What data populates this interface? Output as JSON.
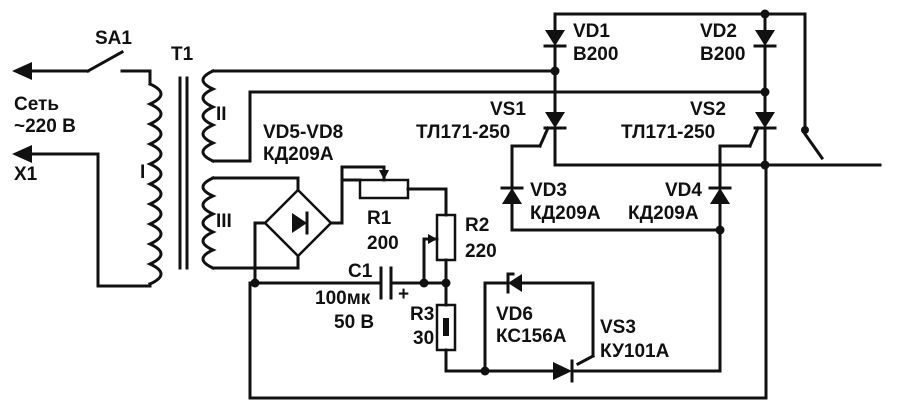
{
  "mains": {
    "net": "Сеть",
    "voltage": "~220 В",
    "connector": "X1"
  },
  "switch": {
    "name": "SA1"
  },
  "transformer": {
    "name": "T1",
    "w1": "I",
    "w2": "II",
    "w3": "III"
  },
  "bridge": {
    "name": "VD5-VD8",
    "type": "КД209А"
  },
  "vd1": {
    "name": "VD1",
    "type": "В200"
  },
  "vd2": {
    "name": "VD2",
    "type": "В200"
  },
  "vs1": {
    "name": "VS1",
    "type": "ТЛ171-250"
  },
  "vs2": {
    "name": "VS2",
    "type": "ТЛ171-250"
  },
  "vd3": {
    "name": "VD3",
    "type": "КД209А"
  },
  "vd4": {
    "name": "VD4",
    "type": "КД209А"
  },
  "r1": {
    "name": "R1",
    "value": "200"
  },
  "r2": {
    "name": "R2",
    "value": "220"
  },
  "r3": {
    "name": "R3",
    "value": "30"
  },
  "c1": {
    "name": "C1",
    "value": "100мк",
    "voltage": "50 В",
    "polarity": "+"
  },
  "vd6": {
    "name": "VD6",
    "type": "КС156А"
  },
  "vs3": {
    "name": "VS3",
    "type": "КУ101А"
  }
}
